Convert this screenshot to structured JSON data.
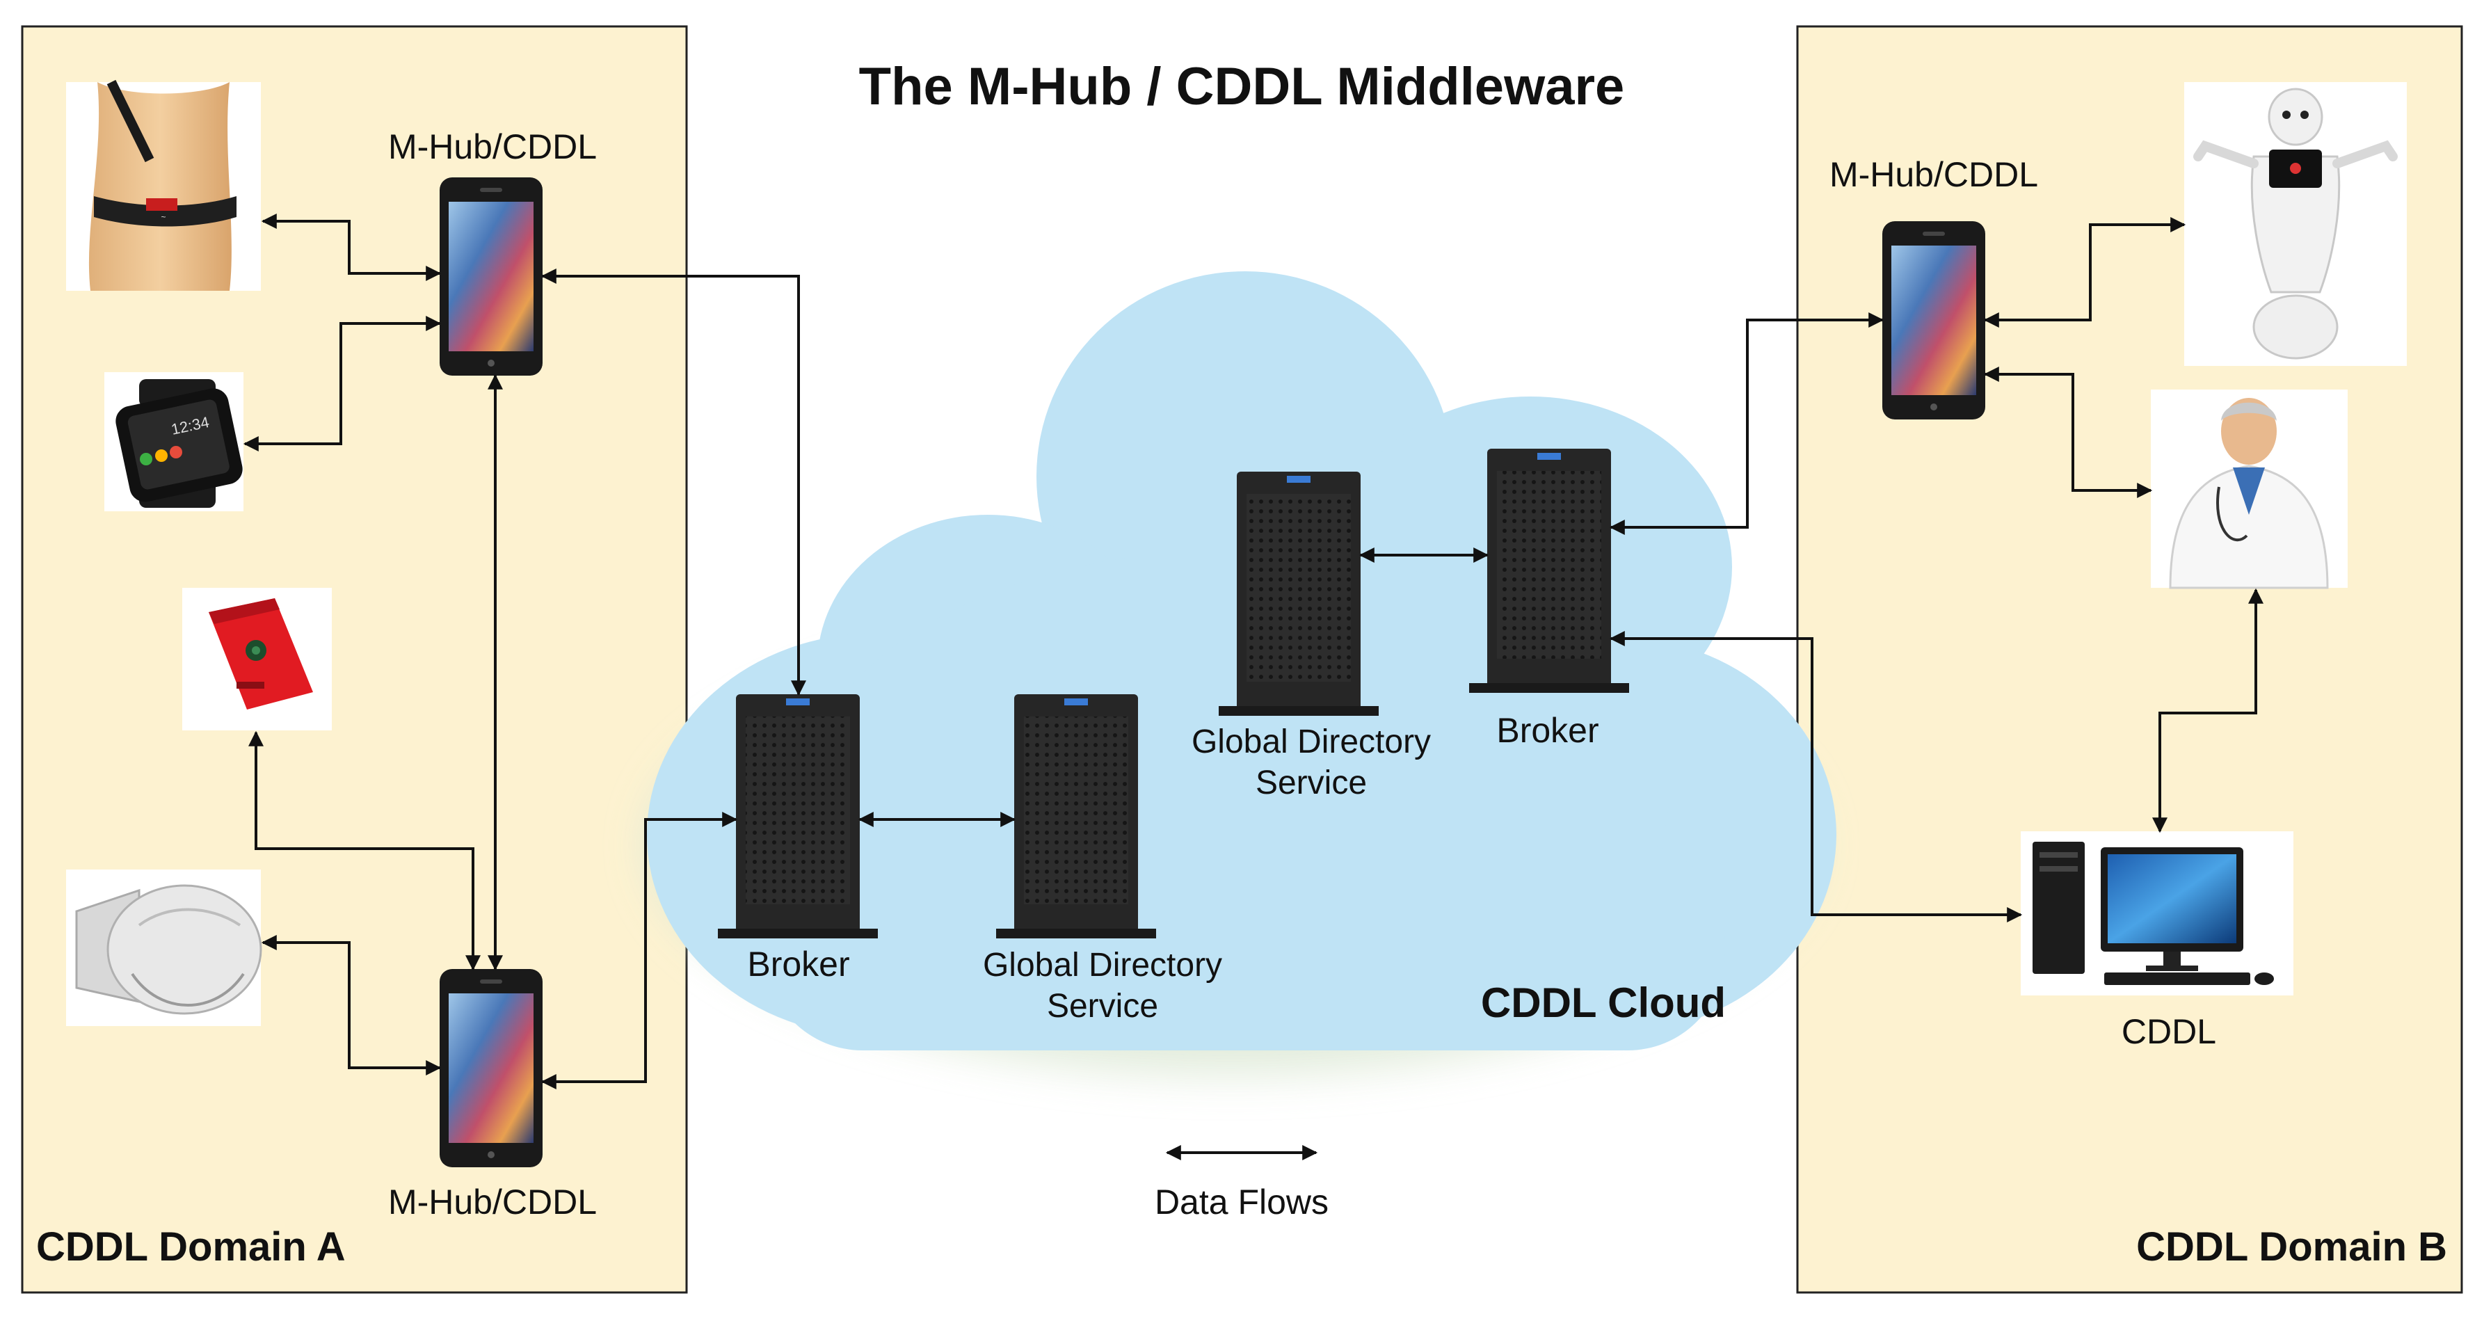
{
  "title": "The M-Hub / CDDL Middleware",
  "domain_a": {
    "label": "CDDL Domain A",
    "mhub_top_label": "M-Hub/CDDL",
    "mhub_bottom_label": "M-Hub/CDDL"
  },
  "domain_b": {
    "label": "CDDL Domain B",
    "mhub_label": "M-Hub/CDDL",
    "pc_label": "CDDL"
  },
  "cloud": {
    "label": "CDDL Cloud",
    "broker_left_label": "Broker",
    "gds_left_label_line1": "Global Directory",
    "gds_left_label_line2": "Service",
    "gds_right_label_line1": "Global Directory",
    "gds_right_label_line2": "Service",
    "broker_right_label": "Broker"
  },
  "legend": {
    "label": "Data Flows"
  },
  "colors": {
    "domain_fill": "#fdf2d0",
    "cloud_fill": "#bfe3f5",
    "cloud_glow": "#dfead8",
    "arrow": "#111111",
    "server": "#2a2a2a",
    "phone": "#1a1a1a",
    "watch_accent": "#ffb400",
    "sensor_red": "#e11b22"
  }
}
